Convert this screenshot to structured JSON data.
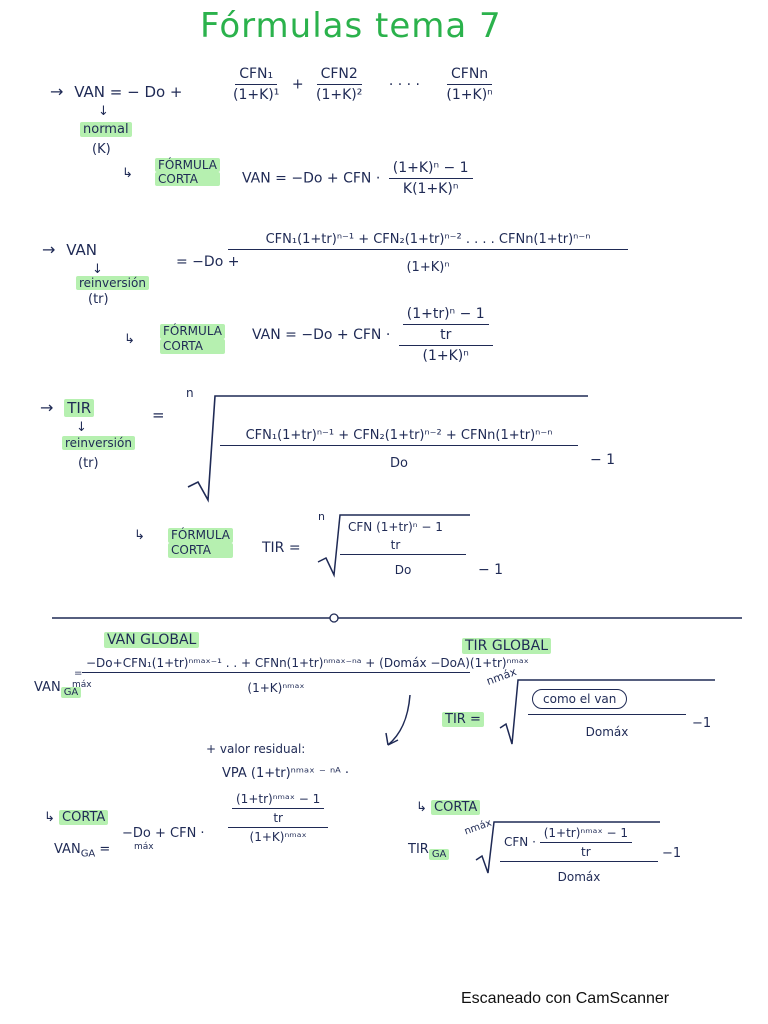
{
  "title": "Fórmulas tema 7",
  "van_normal": {
    "label": "VAN",
    "sub_label": "normal",
    "sub_label2": "(K)",
    "lhs": "= − Do +",
    "t1_num": "CFN₁",
    "t1_den": "(1+K)¹",
    "t2_num": "CFN2",
    "t2_den": "(1+K)²",
    "dots": "· · · ·",
    "tn_num": "CFNn",
    "tn_den": "(1+K)ⁿ",
    "corta_label_1": "FÓRMULA",
    "corta_label_2": "CORTA",
    "corta_lhs": "VAN = −Do + CFN ·",
    "corta_num": "(1+K)ⁿ − 1",
    "corta_den": "K(1+K)ⁿ"
  },
  "van_reinv": {
    "label": "VAN",
    "sub_label": "reinversión",
    "sub_label2": "(tr)",
    "lhs": "= −Do +",
    "num": "CFN₁(1+tr)ⁿ⁻¹ + CFN₂(1+tr)ⁿ⁻² . . . . CFNn(1+tr)ⁿ⁻ⁿ",
    "den": "(1+K)ⁿ",
    "corta_label_1": "FÓRMULA",
    "corta_label_2": "CORTA",
    "corta_lhs": "VAN = −Do + CFN ·",
    "corta_num_num": "(1+tr)ⁿ − 1",
    "corta_num_den": "tr",
    "corta_den": "(1+K)ⁿ"
  },
  "tir_reinv": {
    "label": "TIR",
    "sub_label": "reinversión",
    "sub_label2": "(tr)",
    "eq": "=",
    "root_index": "n",
    "num": "CFN₁(1+tr)ⁿ⁻¹ + CFN₂(1+tr)ⁿ⁻² + CFNn(1+tr)ⁿ⁻ⁿ",
    "den": "Do",
    "minus_one": "− 1",
    "corta_label_1": "FÓRMULA",
    "corta_label_2": "CORTA",
    "corta_lhs": "TIR =",
    "corta_root_index": "n",
    "corta_num": "CFN (1+tr)ⁿ − 1",
    "corta_num_den": "tr",
    "corta_den": "Do",
    "corta_minus_one": "− 1"
  },
  "van_global": {
    "heading": "VAN GLOBAL",
    "lhs": "VAN",
    "lhs_sub": "GA",
    "lhs_sup": "=",
    "lhs_pre": "máx",
    "num": "−Do+CFN₁(1+tr)ⁿᵐᵃˣ⁻¹ . . + CFNn(1+tr)ⁿᵐᵃˣ⁻ⁿᵃ + (Domáx −DoA)(1+tr)ⁿᵐᵃˣ",
    "den": "(1+K)ⁿᵐᵃˣ",
    "residual_note": "+ valor residual:",
    "residual_formula": "VPA (1+tr)ⁿᵐᵃˣ ⁻ ⁿᴬ ·",
    "corta_label": "CORTA",
    "corta_lhs": "VAN",
    "corta_sub": "GA",
    "corta_eq": "=",
    "corta_pre": "−Do + CFN ·",
    "corta_pre_sub": "máx",
    "corta_num": "(1+tr)ⁿᵐᵃˣ − 1",
    "corta_num_den": "tr",
    "corta_den": "(1+K)ⁿᵐᵃˣ"
  },
  "tir_global": {
    "heading": "TIR GLOBAL",
    "lhs": "TIR =",
    "root_index": "nmáx",
    "num": "como el van",
    "den": "Domáx",
    "minus_one": "−1",
    "corta_label": "CORTA",
    "corta_lhs": "TIR",
    "corta_sub": "GA",
    "corta_root_index": "nmáx",
    "corta_pre": "CFN ·",
    "corta_num": "(1+tr)ⁿᵐᵃˣ − 1",
    "corta_num_den": "tr",
    "corta_den": "Domáx",
    "corta_minus_one": "−1"
  },
  "footer": "Escaneado con CamScanner",
  "colors": {
    "ink": "#1f2a55",
    "title": "#2bb24c",
    "highlight": "#b6f0b0"
  }
}
